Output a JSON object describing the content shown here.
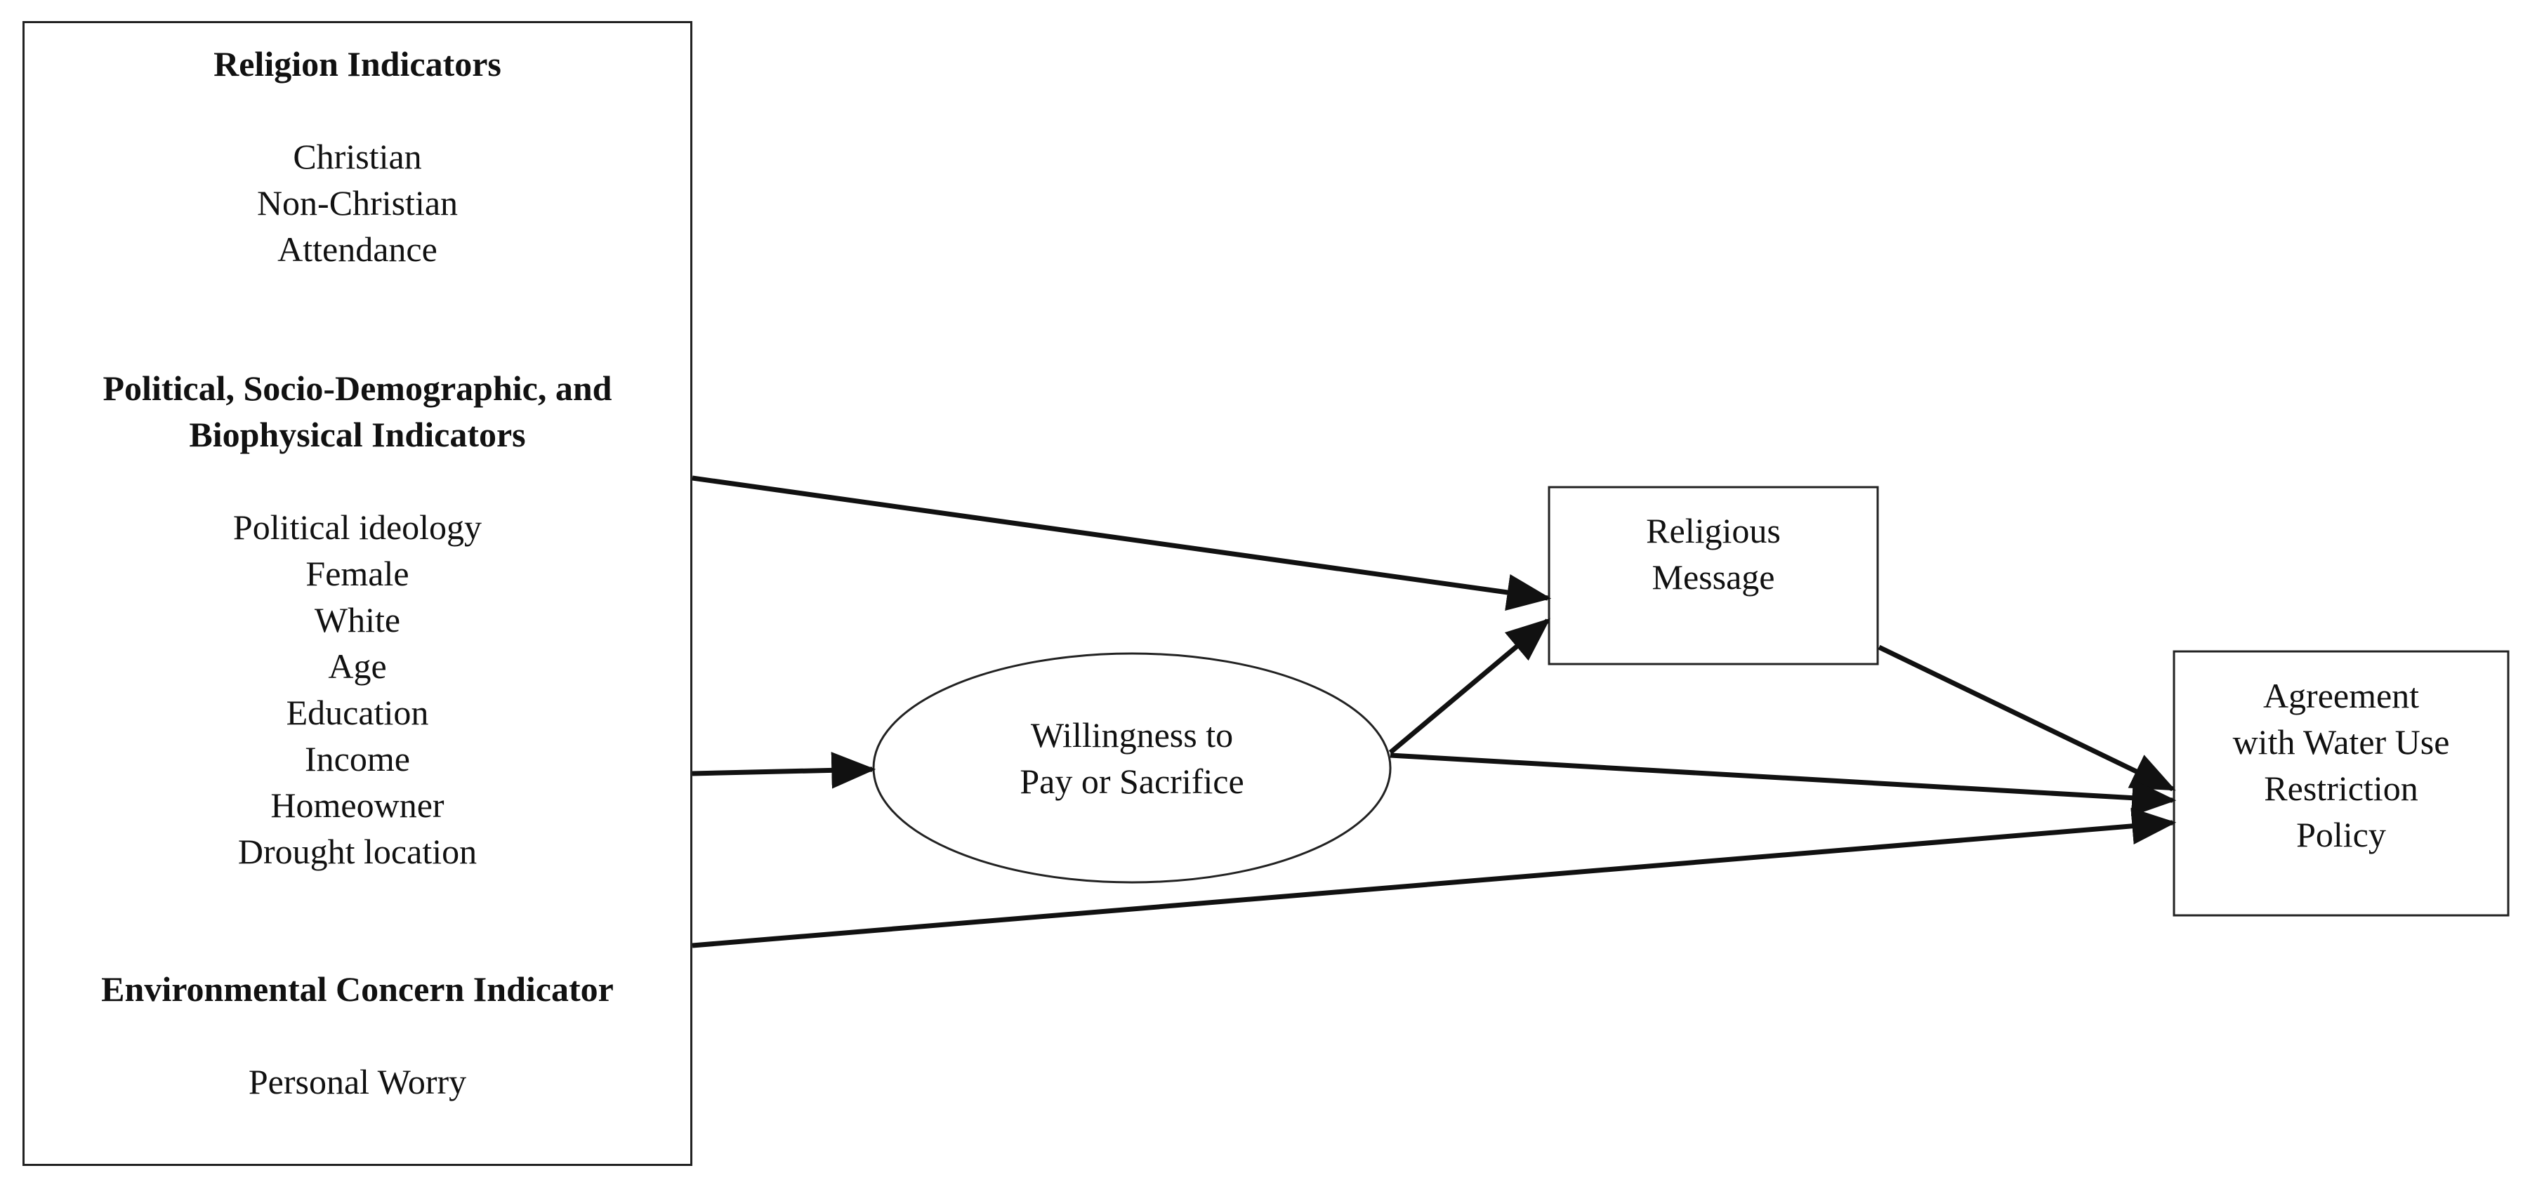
{
  "indicator_panel": {
    "religion": {
      "heading": "Religion Indicators",
      "items": [
        "Christian",
        "Non-Christian",
        "Attendance"
      ]
    },
    "political": {
      "heading_line1": "Political, Socio-Demographic, and",
      "heading_line2": "Biophysical Indicators",
      "items": [
        "Political ideology",
        "Female",
        "White",
        "Age",
        "Education",
        "Income",
        "Homeowner",
        "Drought location"
      ]
    },
    "environmental": {
      "heading": "Environmental Concern Indicator",
      "items": [
        "Personal Worry"
      ]
    }
  },
  "willingness": {
    "line1": "Willingness to",
    "line2": "Pay or Sacrifice"
  },
  "religious_message": {
    "line1": "Religious",
    "line2": "Message"
  },
  "agreement": {
    "line1": "Agreement",
    "line2": "with Water Use",
    "line3": "Restriction",
    "line4": "Policy"
  },
  "colors": {
    "stroke": "#111111",
    "text": "#111111",
    "background": "#ffffff"
  }
}
